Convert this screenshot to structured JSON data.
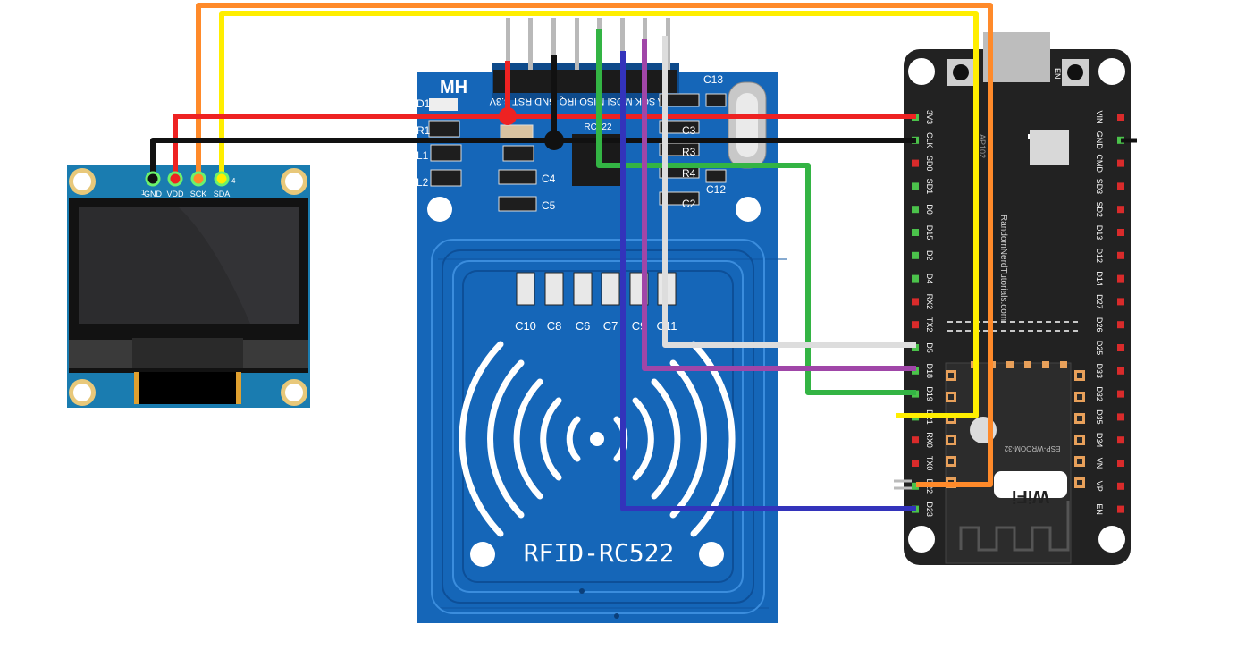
{
  "colors": {
    "wire_red": "#ee2222",
    "wire_black": "#111111",
    "wire_orange": "#ff8a2a",
    "wire_yellow": "#ffee00",
    "wire_green": "#33b444",
    "wire_purple": "#a046a8",
    "wire_blue": "#3333bb",
    "wire_white": "#dddddd",
    "pcb_blue": "#1566b8",
    "pcb_teal": "#1a7cb0",
    "esp_black": "#222222"
  },
  "oled": {
    "pin_labels": [
      "GND",
      "VDD",
      "SCK",
      "SDA"
    ],
    "pin1_marker": "1",
    "pin4_marker": "4"
  },
  "rfid": {
    "title": "RFID-RC522",
    "brand": "MH",
    "chip_label": "RC522",
    "header_labels": "SDA SCK MOSI MISO IRQ GND RST 3.3V",
    "cap_labels": [
      "C10",
      "C8",
      "C6",
      "C7",
      "C9",
      "C11"
    ],
    "board_labels": [
      "C13",
      "C3",
      "R3",
      "R4",
      "C12",
      "C2",
      "C4",
      "C5",
      "R1",
      "L1",
      "L2",
      "D1"
    ]
  },
  "esp32": {
    "left_pins": [
      "3V3",
      "CLK",
      "SD0",
      "SD1",
      "D0",
      "D15",
      "D2",
      "D4",
      "RX2",
      "TX2",
      "D5",
      "D18",
      "D19",
      "D21",
      "RX0",
      "TX0",
      "D22",
      "D23"
    ],
    "right_pins": [
      "VIN",
      "GND",
      "CMD",
      "SD3",
      "SD2",
      "D13",
      "D12",
      "D14",
      "D27",
      "D26",
      "D25",
      "D33",
      "D32",
      "D35",
      "D34",
      "VN",
      "VP",
      "EN"
    ],
    "button_label": "EN",
    "site_text": "RandomNerdTutorials.com",
    "module_label": "ESP-WROOM-32",
    "wifi_label": "WiFi",
    "reg_label": "AP102"
  }
}
